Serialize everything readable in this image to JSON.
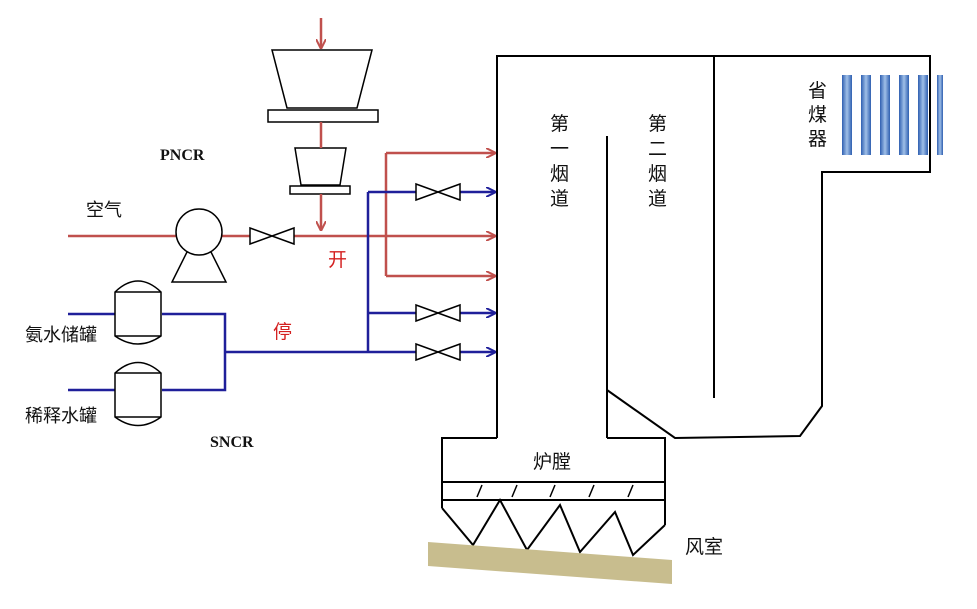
{
  "labels": {
    "pncr": "PNCR",
    "sncr": "SNCR",
    "air": "空气",
    "ammonia_tank": "氨水储罐",
    "dilution_tank": "稀释水罐",
    "open": "开",
    "stop": "停",
    "flue1_chars": [
      "第",
      "一",
      "烟",
      "道"
    ],
    "flue2_chars": [
      "第",
      "二",
      "烟",
      "道"
    ],
    "economizer_chars": [
      "省",
      "煤",
      "器"
    ],
    "furnace": "炉膛",
    "wind_box": "风室"
  },
  "colors": {
    "pncr_line": "#c0504d",
    "sncr_line": "#1f1f9a",
    "outline": "#000000",
    "economizer_bar": "#3b6fc4",
    "economizer_bar_light": "#9fbfe8",
    "ground": "#c8bd8e",
    "text_red": "#d42020"
  },
  "icons": [
    "valve-icon",
    "pump-icon",
    "tank-icon",
    "hopper-icon",
    "arrow-icon"
  ]
}
